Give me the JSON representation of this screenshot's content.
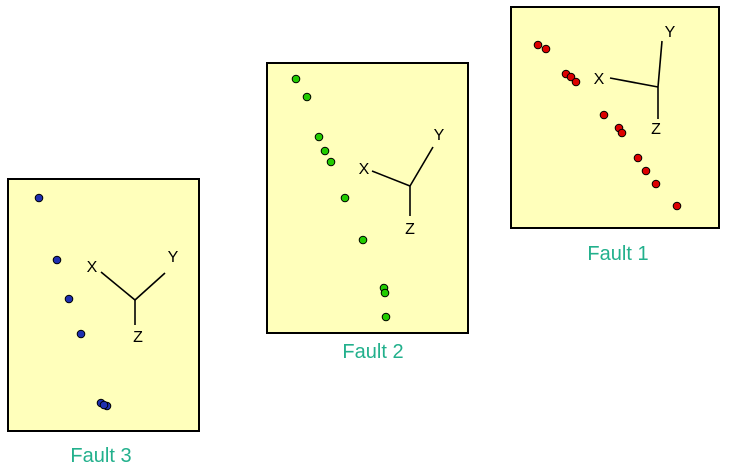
{
  "colors": {
    "panel_fill": "#ffffbb",
    "panel_stroke": "#000000",
    "axis_stroke": "#000000",
    "caption_color": "#22b08c"
  },
  "axis_labels": {
    "x": "X",
    "y": "Y",
    "z": "Z"
  },
  "faults": [
    {
      "id": "fault-1",
      "caption": "Fault 1",
      "dot_fill": "#dd0000",
      "dot_count": 12
    },
    {
      "id": "fault-2",
      "caption": "Fault 2",
      "dot_fill": "#22cc00",
      "dot_count": 10
    },
    {
      "id": "fault-3",
      "caption": "Fault 3",
      "dot_fill": "#1f2fb0",
      "dot_count": 7
    }
  ]
}
